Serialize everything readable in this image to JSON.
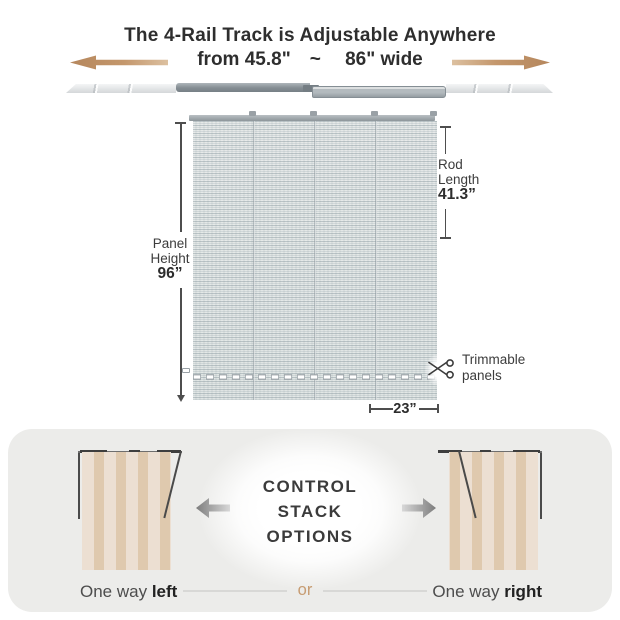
{
  "header": {
    "title_line1": "The 4-Rail Track is Adjustable Anywhere",
    "title_line2": "from 45.8\" ~  86\" wide"
  },
  "dimensions": {
    "panel_height_line1": "Panel",
    "panel_height_line2": "Height",
    "panel_height_value": "96”",
    "rod_length_line1": "Rod",
    "rod_length_line2": "Length",
    "rod_length_value": "41.3”",
    "bottom_width_value": "23”",
    "trimmable_line1": "Trimmable",
    "trimmable_line2": "panels"
  },
  "control_stack": {
    "heading_line1": "CONTROL",
    "heading_line2": "STACK",
    "heading_line3": "OPTIONS",
    "left_prefix": "One way",
    "left_bold": "left",
    "or_separator": "or",
    "right_prefix": "One way",
    "right_bold": "right"
  },
  "icons": {
    "adjust_left_arrow": "left-arrow",
    "adjust_right_arrow": "right-arrow",
    "stack_left_arrow": "left-arrow",
    "stack_right_arrow": "right-arrow",
    "scissors": "✂"
  },
  "colors": {
    "accent_tan": "#bf9268",
    "text_dark": "#2e2e2e",
    "fabric_base": "#e3e7e6",
    "fabric_stripe": "#afb9bd",
    "curtain_light": "#ecdfd2",
    "curtain_dark": "#dfc9ae",
    "card_background": "#ececea",
    "or_text": "#c79c72"
  }
}
